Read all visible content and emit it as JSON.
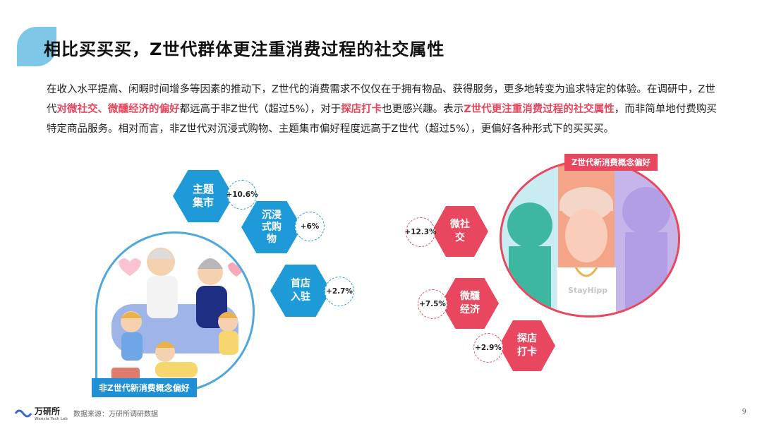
{
  "title": "相比买买买，Z世代群体更注重消费过程的社交属性",
  "paragraph": {
    "p1": "在收入水平提高、闲暇时间增多等因素的推动下，Z世代的消费需求不仅仅在于拥有物品、获得服务，更多地转变为追求特定的体验。在调研中，Z世代",
    "h1": "对微社交、微醺经济的偏好",
    "p2": "都远高于非Z世代（超过5%），对于",
    "h2": "探店打卡",
    "p3": "也更感兴趣。表示",
    "h3": "Z世代更注重消费过程的社交属性",
    "p4": "，而非简单地付费购买特定商品服务。相对而言，非Z世代对沉浸式购物、主题集市偏好程度远高于Z世代（超过5%），更偏好各种形式下的买买买。"
  },
  "left_group": {
    "tag": "非Z世代新消费概念偏好",
    "items": [
      {
        "label_lines": [
          "主题",
          "集市"
        ],
        "delta": "+10.6%"
      },
      {
        "label_lines": [
          "沉浸",
          "式购",
          "物"
        ],
        "delta": "+6%"
      },
      {
        "label_lines": [
          "首店",
          "入驻"
        ],
        "delta": "+2.7%"
      }
    ]
  },
  "right_group": {
    "tag": "Z世代新消费概念偏好",
    "shirt_text": "StayHipp",
    "items": [
      {
        "label_lines": [
          "微社",
          "交"
        ],
        "delta": "+12.3%"
      },
      {
        "label_lines": [
          "微醺",
          "经济"
        ],
        "delta": "+7.5%"
      },
      {
        "label_lines": [
          "探店",
          "打卡"
        ],
        "delta": "+2.9%"
      }
    ]
  },
  "footer": {
    "logo_text": "万研所",
    "logo_sub": "Wanxia Tech Lab",
    "source": "数据来源：万研所调研数据",
    "page": "9"
  },
  "colors": {
    "blue": "#1f9ad8",
    "red": "#e8475f",
    "accent": "#7ec7e6"
  }
}
